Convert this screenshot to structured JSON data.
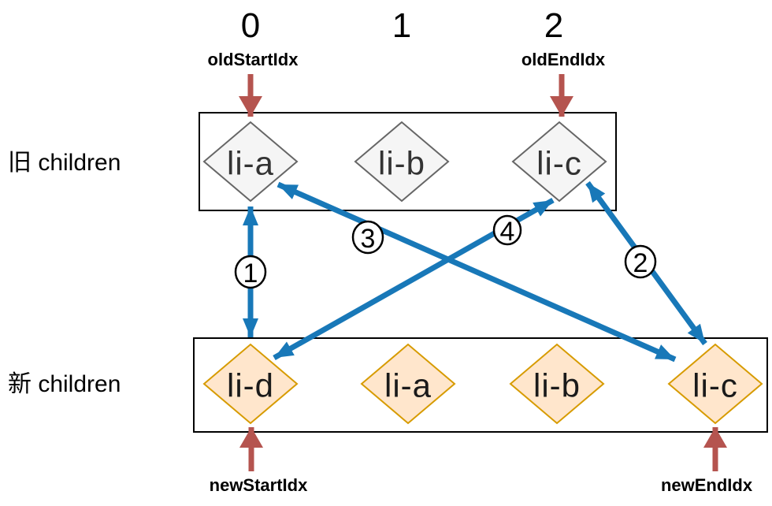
{
  "indices": [
    "0",
    "1",
    "2"
  ],
  "old_row": {
    "label": "旧 children",
    "start_pointer": "oldStartIdx",
    "end_pointer": "oldEndIdx",
    "items": [
      "li-a",
      "li-b",
      "li-c"
    ]
  },
  "new_row": {
    "label": "新 children",
    "start_pointer": "newStartIdx",
    "end_pointer": "newEndIdx",
    "items": [
      "li-d",
      "li-a",
      "li-b",
      "li-c"
    ]
  },
  "steps": [
    "1",
    "2",
    "3",
    "4"
  ],
  "links": [
    {
      "step": "1",
      "from": "old li-a",
      "to": "new li-d"
    },
    {
      "step": "2",
      "from": "old li-c",
      "to": "new li-c"
    },
    {
      "step": "3",
      "from": "old li-a",
      "to": "new li-c"
    },
    {
      "step": "4",
      "from": "old li-c",
      "to": "new li-d"
    }
  ],
  "colors": {
    "arrow_blue": "#1878b8",
    "pointer_red": "#b5544f",
    "old_node_fill": "#f5f5f5",
    "old_node_stroke": "#666666",
    "new_node_fill": "#ffe6cc",
    "new_node_stroke": "#d79b00",
    "node_text_old": "#333333",
    "node_text_new": "#1a1a1a",
    "box_stroke": "#000000"
  }
}
